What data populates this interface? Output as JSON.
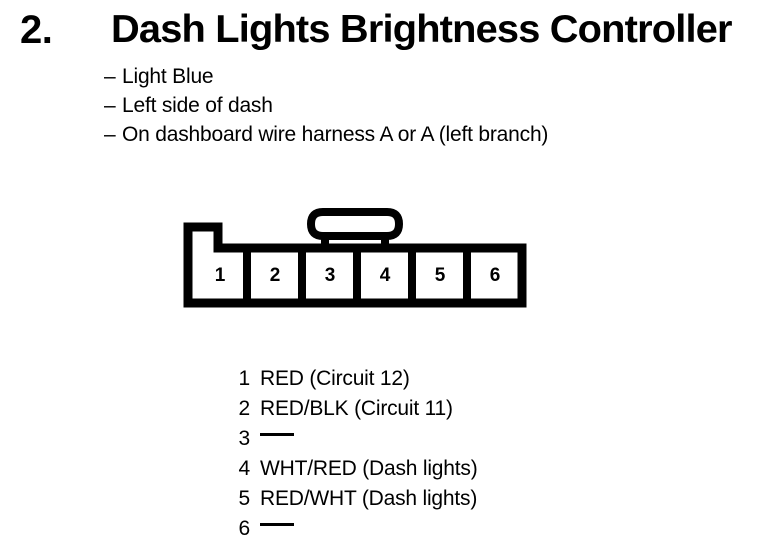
{
  "document": {
    "item_number": "2.",
    "title": "Dash Lights Brightness Controller"
  },
  "bullets": [
    {
      "dash": "–",
      "text": "Light Blue"
    },
    {
      "dash": "–",
      "text": "Left side of dash"
    },
    {
      "dash": "–",
      "text": "On dashboard wire harness A or A (left branch)"
    }
  ],
  "connector": {
    "type": "6-way inline connector",
    "pin_count": 6,
    "orientation": "single row",
    "features": [
      "locking tab on top center",
      "polarizing notch on upper left"
    ],
    "cavity_labels": [
      "1",
      "2",
      "3",
      "4",
      "5",
      "6"
    ],
    "outline_color": "#000000",
    "fill_color": "#ffffff"
  },
  "pin_legend": [
    {
      "index": "1",
      "description": "RED (Circuit 12)",
      "empty": false
    },
    {
      "index": "2",
      "description": "RED/BLK (Circuit 11)",
      "empty": false
    },
    {
      "index": "3",
      "description": "—",
      "empty": true
    },
    {
      "index": "4",
      "description": "WHT/RED (Dash lights)",
      "empty": false
    },
    {
      "index": "5",
      "description": "RED/WHT (Dash lights)",
      "empty": false
    },
    {
      "index": "6",
      "description": "—",
      "empty": true
    }
  ]
}
